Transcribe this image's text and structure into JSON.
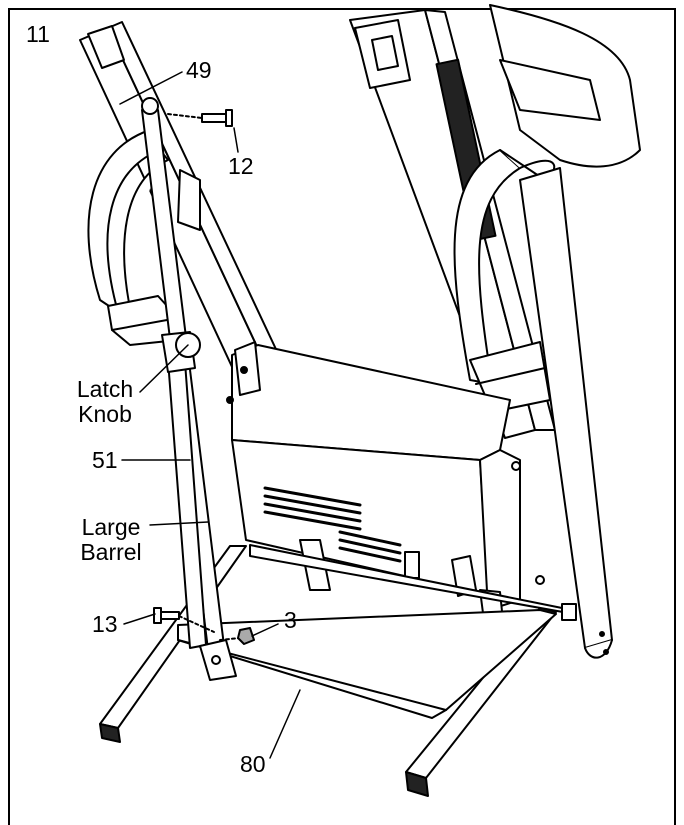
{
  "step_number": "11",
  "callouts": {
    "part_49": "49",
    "part_12": "12",
    "latch_line1": "Latch",
    "latch_line2": "Knob",
    "part_51": "51",
    "large_line1": "Large",
    "large_line2": "Barrel",
    "part_13": "13",
    "part_3": "3",
    "part_80": "80"
  }
}
